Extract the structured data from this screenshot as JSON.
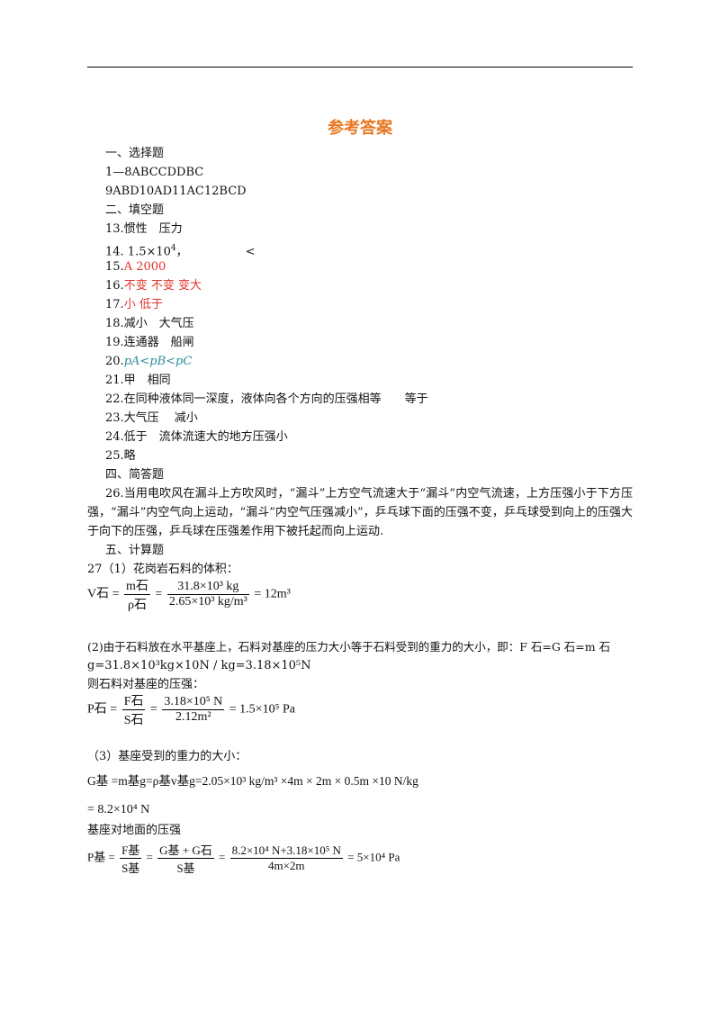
{
  "title": "参考答案",
  "sections": {
    "s1": "一、选择题",
    "s1_l1": "1—8ABCCDDBC",
    "s1_l2": "9ABD10AD11AC12BCD",
    "s2": "二、填空题",
    "s4": "四、简答题",
    "s5": "五、计算题"
  },
  "fill": {
    "q13": "13.惯性　压力",
    "q14a": "14. 1.5×10",
    "q14sup": "4",
    "q14b": "，",
    "q14c": "<",
    "q15a": "15.",
    "q15b": "A  2000",
    "q16a": "16.",
    "q16b": "不变  不变  变大",
    "q17a": "17.",
    "q17b": "小  低于",
    "q18": "18.减小　大气压",
    "q19": "19.连通器　船闸",
    "q20a": "20.",
    "q20b": "pA<pB<pC",
    "q21": "21.甲　相同",
    "q22": "22.在同种液体同一深度，液体向各个方向的压强相等　　等于",
    "q23": "23.大气压　 减小",
    "q24": "24.低于　流体流速大的地方压强小",
    "q25": "25.略"
  },
  "q26": "26.当用电吹风在漏斗上方吹风时，“漏斗”上方空气流速大于“漏斗”内空气流速，上方压强小于下方压强，“漏斗”内空气向上运动，“漏斗”内空气压强减小”，乒乓球下面的压强不变，乒乓球受到向上的压强大于向下的压强，乒乓球在压强差作用下被托起而向上运动.",
  "q27": {
    "p1": "27（1）花岗岩石料的体积：",
    "eq1": {
      "lhs": "V石 =",
      "frac1_num": "m石",
      "frac1_den": "ρ石",
      "eq": "=",
      "frac2_num": "31.8×10³ kg",
      "frac2_den": "2.65×10³ kg/m³",
      "result": "= 12m³"
    },
    "p2a": "(2)由于石料放在水平基座上，石料对基座的压力大小等于石料受到的重力的大小，即：F 石=G 石=m 石",
    "p2b": "g=31.8×10³kg×10N / kg=3.18×10⁵N",
    "p2c": "则石料对基座的压强：",
    "eq2": {
      "lhs": "P石 =",
      "frac1_num": "F石",
      "frac1_den": "S石",
      "eq": "=",
      "frac2_num": "3.18×10⁵ N",
      "frac2_den": "2.12m²",
      "result": "= 1.5×10⁵ Pa"
    },
    "p3": "（3）基座受到的重力的大小：",
    "eq3": "G基 =m基g=ρ基v基g=2.05×10³ kg/m³ ×4m × 2m × 0.5m ×10 N/kg",
    "eq3b": "= 8.2×10⁴ N",
    "p4": "基座对地面的压强",
    "eq4": {
      "lhs": "P基 =",
      "frac1_num": "F基",
      "frac1_den": "S基",
      "eq1": "=",
      "frac2_num": "G基 + G石",
      "frac2_den": "S基",
      "eq2": "=",
      "frac3_num": "8.2×10⁴ N+3.18×10⁵ N",
      "frac3_den": "4m×2m",
      "result": "= 5×10⁴ Pa"
    }
  }
}
